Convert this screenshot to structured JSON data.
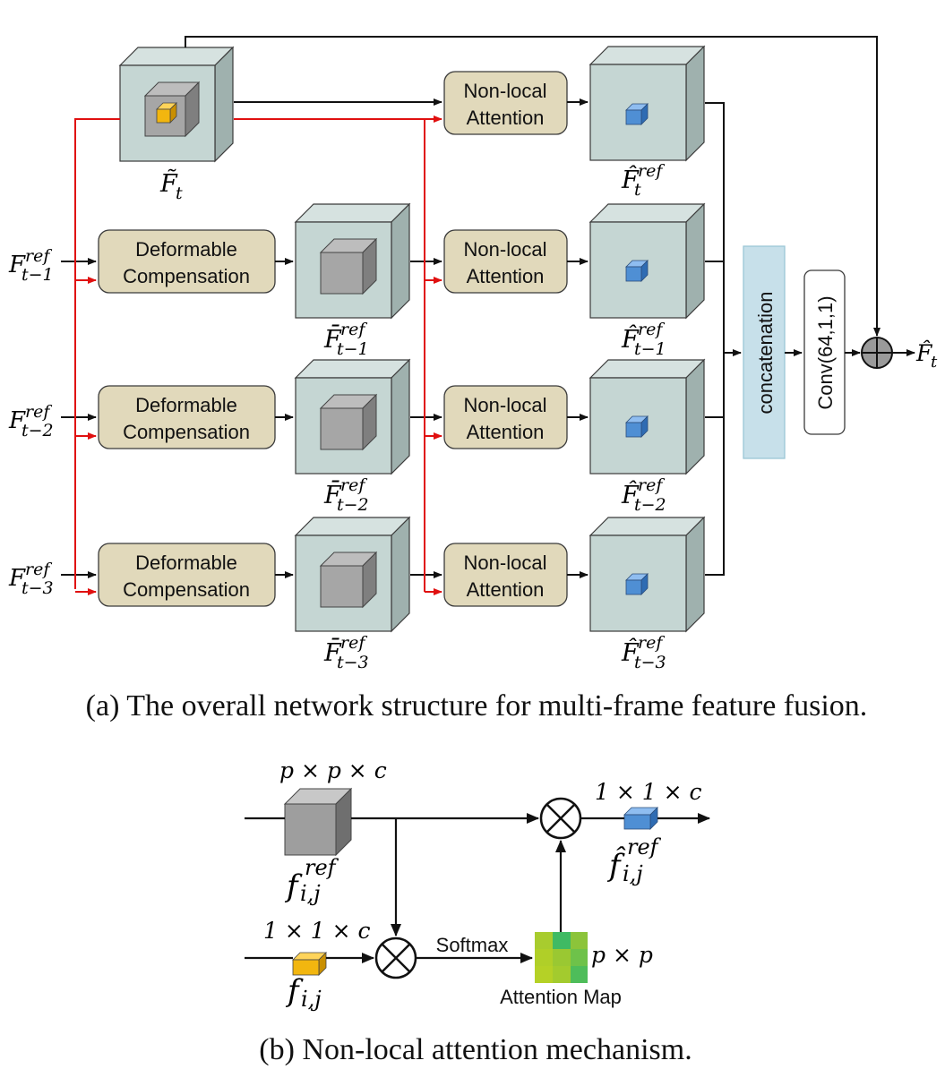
{
  "part_a": {
    "caption": "(a)  The overall network structure for multi-frame feature fusion.",
    "deformable_label": [
      "Deformable",
      "Compensation"
    ],
    "nonlocal_label": [
      "Non-local",
      "Attention"
    ],
    "concat_label": "concatenation",
    "conv_label": "Conv(64,1,1)",
    "inputs": [
      {
        "base": "F",
        "sup": "ref",
        "sub": "t−1"
      },
      {
        "base": "F",
        "sup": "ref",
        "sub": "t−2"
      },
      {
        "base": "F",
        "sup": "ref",
        "sub": "t−3"
      }
    ],
    "aligned_labels": [
      {
        "base": "F̄",
        "sup": "ref",
        "sub": "t−1"
      },
      {
        "base": "F̄",
        "sup": "ref",
        "sub": "t−2"
      },
      {
        "base": "F̄",
        "sup": "ref",
        "sub": "t−3"
      }
    ],
    "target_label": {
      "base": "F̃",
      "sub": "t"
    },
    "attended_labels": [
      {
        "base": "F̂",
        "sup": "ref",
        "sub": "t"
      },
      {
        "base": "F̂",
        "sup": "ref",
        "sub": "t−1"
      },
      {
        "base": "F̂",
        "sup": "ref",
        "sub": "t−2"
      },
      {
        "base": "F̂",
        "sup": "ref",
        "sub": "t−3"
      }
    ],
    "output_label": {
      "base": "F̂",
      "sub": "t"
    }
  },
  "part_b": {
    "caption": "(b)  Non-local attention mechanism.",
    "patch_dim": "p × p × c",
    "vec_dim_in": "1 × 1 × c",
    "vec_dim_out": "1 × 1 × c",
    "patch_label": {
      "base": "f",
      "sup": "ref",
      "sub": "i,j"
    },
    "vec_label": {
      "base": "f",
      "sub": "i,j"
    },
    "out_label": {
      "base": "f̂",
      "sup": "ref",
      "sub": "i,j"
    },
    "softmax_label": "Softmax",
    "map_dim": "p × p",
    "map_label": "Attention Map"
  },
  "colors": {
    "block_fill": "#e1d9bb",
    "block_stroke": "#3b3b3b",
    "cube_fill": "#c5d6d3",
    "cube_stroke": "#3b3b3b",
    "concat_fill": "#c7e0ea",
    "concat_stroke": "#9cc7d6",
    "red_arrow": "#e01010",
    "gray_cube": "#a6a6a6",
    "blue_cube": "#4f8fd4",
    "yellow_cube": "#f2b60f"
  }
}
